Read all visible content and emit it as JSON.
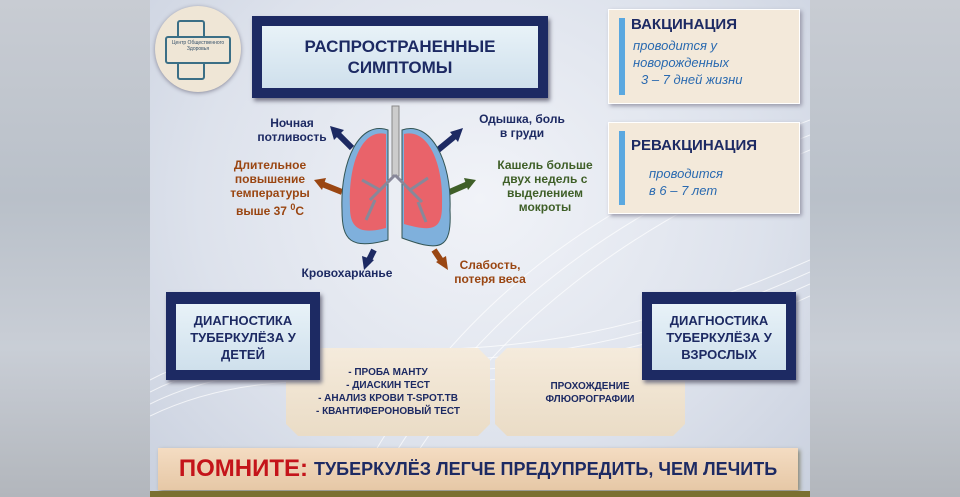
{
  "logo": {
    "text": "Центр Общественного Здоровья"
  },
  "title": {
    "line1": "РАСПРОСТРАНЕННЫЕ",
    "line2": "СИМПТОМЫ"
  },
  "symptoms": {
    "night_sweats": [
      "Ночная",
      "потливость"
    ],
    "dyspnea": [
      "Одышка, боль",
      "в груди"
    ],
    "fever": [
      "Длительное",
      "повышение",
      "температуры",
      "выше 37 ",
      "0",
      "С"
    ],
    "cough": [
      "Кашель больше",
      "двух недель с",
      "выделением",
      "мокроты"
    ],
    "hemoptysis": "Кровохарканье",
    "weakness": [
      "Слабость,",
      "потеря веса"
    ]
  },
  "vaccination": {
    "heading": "ВАКЦИНАЦИЯ",
    "lines": [
      "проводится у",
      "новорожденных",
      "3 – 7 дней жизни"
    ]
  },
  "revaccination": {
    "heading": "РЕВАКЦИНАЦИЯ",
    "lines": [
      "проводится",
      "в 6 – 7 лет"
    ]
  },
  "diag_children": {
    "lines": [
      "ДИАГНОСТИКА",
      "ТУБЕРКУЛЁЗА У",
      "ДЕТЕЙ"
    ],
    "tests": [
      "- ПРОБА МАНТУ",
      "- ДИАСКИН ТЕСТ",
      "- АНАЛИЗ КРОВИ T-SPOT.TB",
      "- КВАНТИФЕРОНОВЫЙ ТЕСТ"
    ]
  },
  "diag_adults": {
    "lines": [
      "ДИАГНОСТИКА",
      "ТУБЕРКУЛЁЗА У",
      "ВЗРОСЛЫХ"
    ],
    "tests": [
      "ПРОХОЖДЕНИЕ",
      "ФЛЮОРОГРАФИИ"
    ]
  },
  "remember": {
    "label": "ПОМНИТЕ:",
    "text": "ТУБЕРКУЛЁЗ ЛЕГЧЕ ПРЕДУПРЕДИТЬ, ЧЕМ ЛЕЧИТЬ"
  },
  "colors": {
    "navy": "#1d2a63",
    "red": "#c4141a",
    "brown": "#9a4612",
    "green": "#3f5f28"
  }
}
